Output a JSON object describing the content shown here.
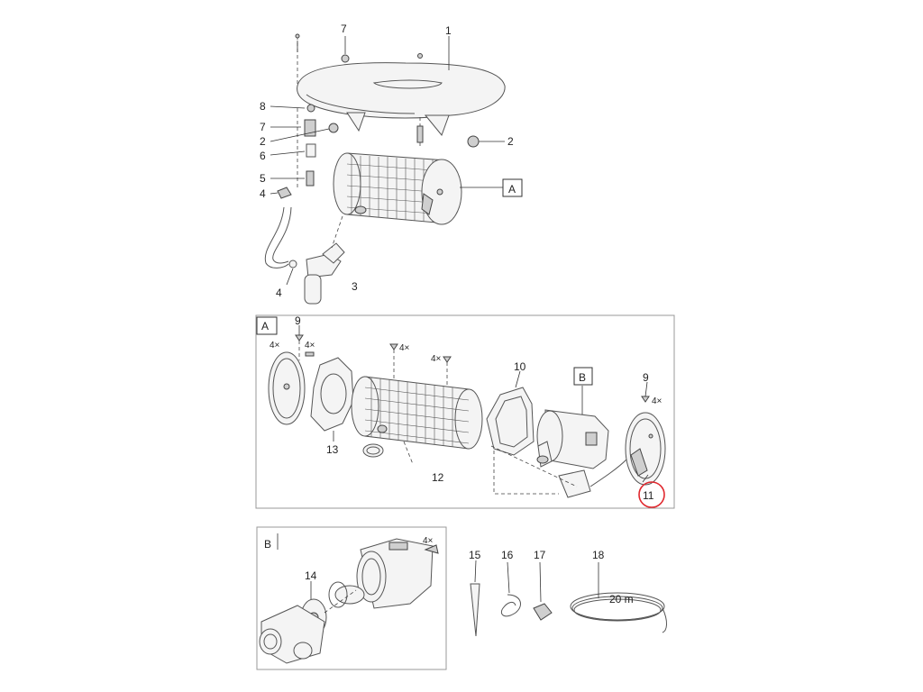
{
  "callouts": {
    "c1": "1",
    "c2a": "2",
    "c2b": "2",
    "c3": "3",
    "c4a": "4",
    "c4b": "4",
    "c5": "5",
    "c6": "6",
    "c7a": "7",
    "c7b": "7",
    "c8": "8",
    "c9a": "9",
    "c9b": "9",
    "c10": "10",
    "c11": "11",
    "c12": "12",
    "c13": "13",
    "c14": "14",
    "c15": "15",
    "c16": "16",
    "c17": "17",
    "c18": "18"
  },
  "qty": {
    "q1": "4×",
    "q2": "4×",
    "q3": "4×",
    "q4": "4×",
    "q5": "4×",
    "q6": "4×"
  },
  "boxes": {
    "A_ref": "A",
    "A_panel": "A",
    "B_ref": "B",
    "B_panel": "B"
  },
  "cable_length": "20 m",
  "highlight_color": "#e0282e"
}
